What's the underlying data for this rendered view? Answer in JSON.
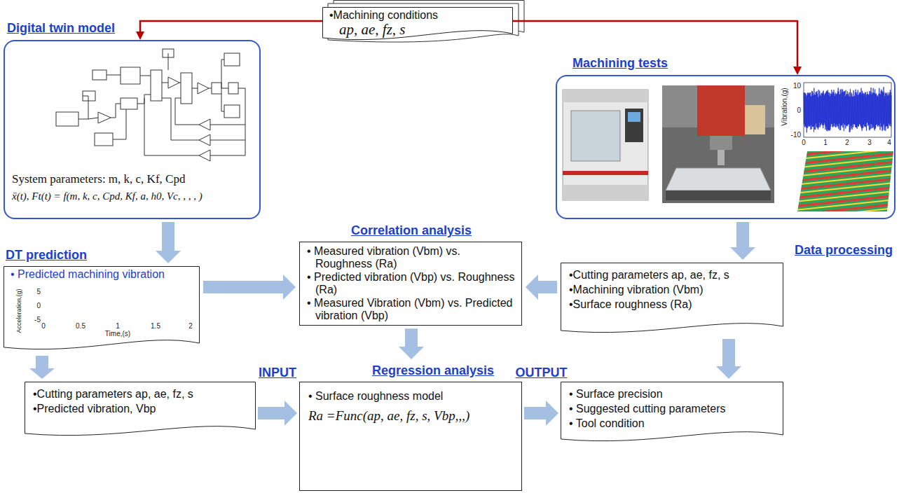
{
  "diagram": {
    "nodes": [
      {
        "text": [
          "•Machining conditions",
          "ap, ae, fz, s"
        ]
      },
      {
        "text": [
          "Digital twin model",
          "System parameters: m, k, c, Kf, Cpd",
          "ẍ(t), Ft(t) = f(m, k, c, Cpd, Kf, a, h0, Vc, , , , )"
        ]
      },
      {
        "text": [
          "Machining tests"
        ]
      },
      {
        "text": [
          "Correlation analysis",
          "• Measured vibration (Vbm) vs. Roughness (Ra)",
          "• Predicted vibration (Vbp) vs. Roughness (Ra)",
          "• Measured Vibration (Vbm) vs. Predicted vibration (Vbp)"
        ]
      },
      {
        "text": [
          "DT prediction",
          "• Predicted machining vibration"
        ]
      },
      {
        "text": [
          "Data processing",
          "•Cutting parameters ap, ae, fz, s",
          "•Machining vibration (Vbm)",
          "•Surface roughness (Ra)"
        ]
      },
      {
        "text": [
          "•Cutting parameters ap, ae, fz, s",
          "•Predicted vibration, Vbp"
        ]
      },
      {
        "text": [
          "Regression analysis",
          "• Surface roughness model",
          "Ra =Func(ap, ae, fz, s, Vbp,,,)"
        ]
      },
      {
        "text": [
          "• Surface precision",
          "• Suggested cutting parameters",
          "• Tool condition"
        ]
      }
    ],
    "edges": [
      {
        "from": 0,
        "to": 1,
        "arrow": "to"
      },
      {
        "from": 0,
        "to": 2,
        "arrow": "to"
      },
      {
        "from": 1,
        "to": 4,
        "arrow": "to"
      },
      {
        "from": 2,
        "to": 5,
        "arrow": "to"
      },
      {
        "from": 4,
        "to": 3,
        "arrow": "to"
      },
      {
        "from": 5,
        "to": 3,
        "arrow": "to"
      },
      {
        "from": 3,
        "to": 7,
        "arrow": "to"
      },
      {
        "from": 4,
        "to": 6,
        "arrow": "to"
      },
      {
        "from": 6,
        "to": 7,
        "label": "INPUT",
        "arrow": "to"
      },
      {
        "from": 7,
        "to": 8,
        "label": "OUTPUT",
        "arrow": "to"
      },
      {
        "from": 5,
        "to": 8,
        "arrow": "to"
      }
    ],
    "labels": [
      "Vibration,(g)",
      "10",
      "0",
      "-10",
      "0",
      "1",
      "2",
      "3",
      "4",
      "Acceleration,(g)",
      "5",
      "0",
      "-5",
      "0",
      "0.5",
      "1",
      "1.5",
      "2",
      "Time,(s)"
    ]
  }
}
